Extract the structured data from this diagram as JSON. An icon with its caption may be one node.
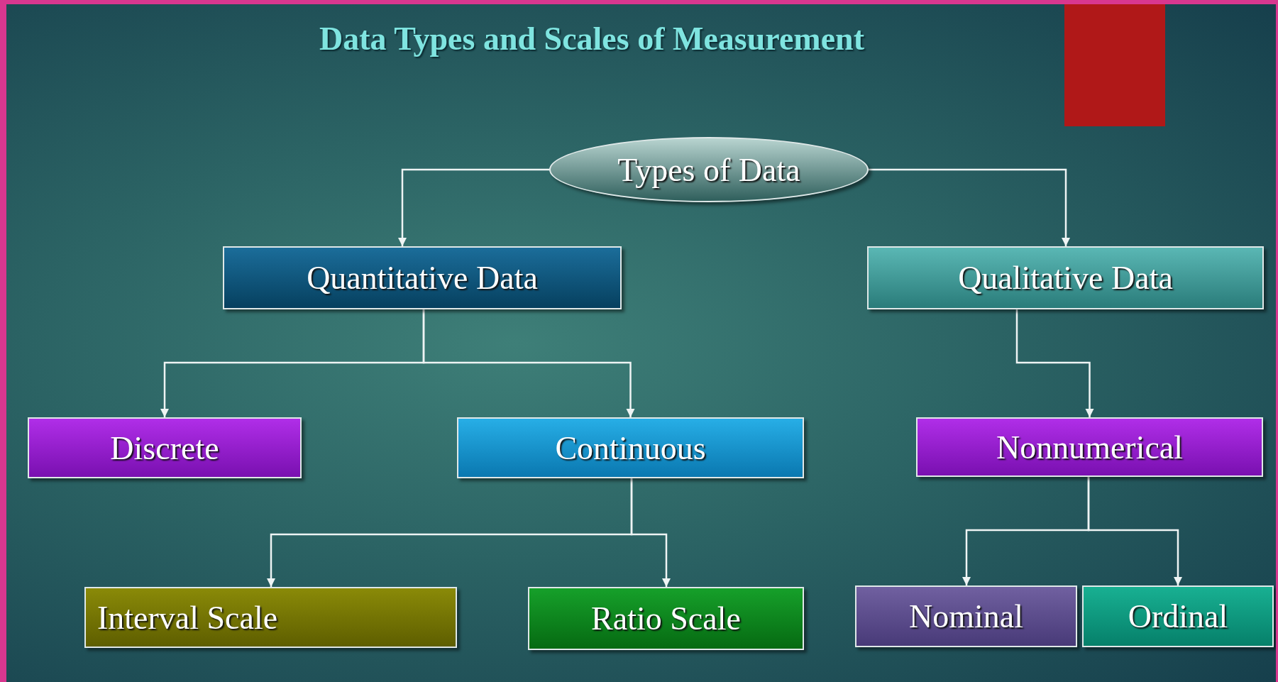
{
  "diagram": {
    "title": "Data Types and Scales of Measurement",
    "nodes": [
      {
        "text": [
          "Types of Data"
        ]
      },
      {
        "text": [
          "Quantitative Data"
        ]
      },
      {
        "text": [
          "Qualitative Data"
        ]
      },
      {
        "text": [
          "Discrete"
        ]
      },
      {
        "text": [
          "Continuous"
        ]
      },
      {
        "text": [
          "Nonnumerical"
        ]
      },
      {
        "text": [
          "Interval Scale"
        ]
      },
      {
        "text": [
          "Ratio Scale"
        ]
      },
      {
        "text": [
          "Nominal"
        ]
      },
      {
        "text": [
          "Ordinal"
        ]
      }
    ],
    "edges": [
      {
        "from": 0,
        "to": 1,
        "arrow": "to"
      },
      {
        "from": 0,
        "to": 2,
        "arrow": "to"
      },
      {
        "from": 1,
        "to": 3,
        "arrow": "to"
      },
      {
        "from": 1,
        "to": 4,
        "arrow": "to"
      },
      {
        "from": 2,
        "to": 5,
        "arrow": "to"
      },
      {
        "from": 4,
        "to": 6,
        "arrow": "to"
      },
      {
        "from": 4,
        "to": 7,
        "arrow": "to"
      },
      {
        "from": 5,
        "to": 8,
        "arrow": "to"
      },
      {
        "from": 5,
        "to": 9,
        "arrow": "to"
      }
    ]
  }
}
